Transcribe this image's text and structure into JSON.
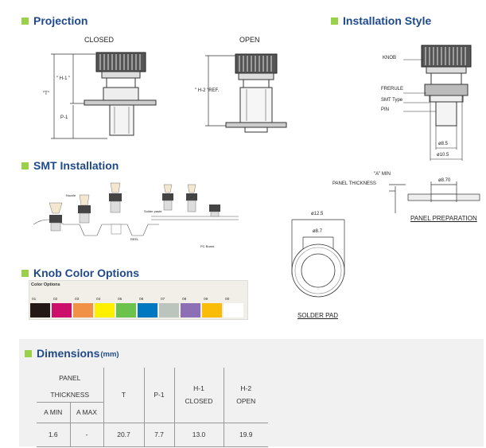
{
  "sections": {
    "projection": "Projection",
    "installation_style": "Installation Style",
    "smt_installation": "SMT Installation",
    "knob_color": "Knob Color Options",
    "dimensions": "Dimensions",
    "dimensions_unit": "(mm)"
  },
  "projection": {
    "closed": "CLOSED",
    "open": "OPEN",
    "h1": "\" H-1 \"",
    "t": "\"T\"",
    "p1": "P-1",
    "h2": "\" H-2 \"REF."
  },
  "install": {
    "knob": "KNOB",
    "ferrule": "FRERULE",
    "smt_type": "SMT Type",
    "pin": "PIN",
    "d1": "ø8.5",
    "d2": "ø10.5"
  },
  "panel_prep": {
    "a_min": "\"A\" MIN",
    "panel_thickness": "PANEL THICKNESS",
    "d": "ø8.70",
    "caption": "PANEL PREPARATION"
  },
  "solder_pad": {
    "d_outer": "ø12.5",
    "d_inner": "ø8.7",
    "caption": "SOLDER PAD"
  },
  "smt_labels": {
    "nozzle": "Nozzle",
    "solder_paste": "Solder paste",
    "reel": "REEL",
    "pc_board": "PC Board"
  },
  "color_options": {
    "header": "Color Options",
    "items": [
      {
        "num": "01",
        "color": "#231815"
      },
      {
        "num": "02",
        "color": "#cc0f6b"
      },
      {
        "num": "03",
        "color": "#f19148"
      },
      {
        "num": "04",
        "color": "#fff000"
      },
      {
        "num": "05",
        "color": "#6cc24a"
      },
      {
        "num": "06",
        "color": "#0078c1"
      },
      {
        "num": "07",
        "color": "#bcc5bd"
      },
      {
        "num": "08",
        "color": "#8c6fb5"
      },
      {
        "num": "09",
        "color": "#fbbb09"
      },
      {
        "num": "00",
        "color": "#ffffff"
      }
    ]
  },
  "dimensions_table": {
    "panel_thickness_top": "PANEL",
    "panel_thickness_bottom": "THICKNESS",
    "a_min": "A MIN",
    "a_max": "A MAX",
    "t": "T",
    "p1": "P-1",
    "h1_top": "H-1",
    "h1_bottom": "CLOSED",
    "h2_top": "H-2",
    "h2_bottom": "OPEN",
    "row": {
      "a_min": "1.6",
      "a_max": "-",
      "t": "20.7",
      "p1": "7.7",
      "h1": "13.0",
      "h2": "19.9"
    }
  },
  "colors": {
    "title": "#1f4a8a",
    "accent": "#9bd14a"
  }
}
